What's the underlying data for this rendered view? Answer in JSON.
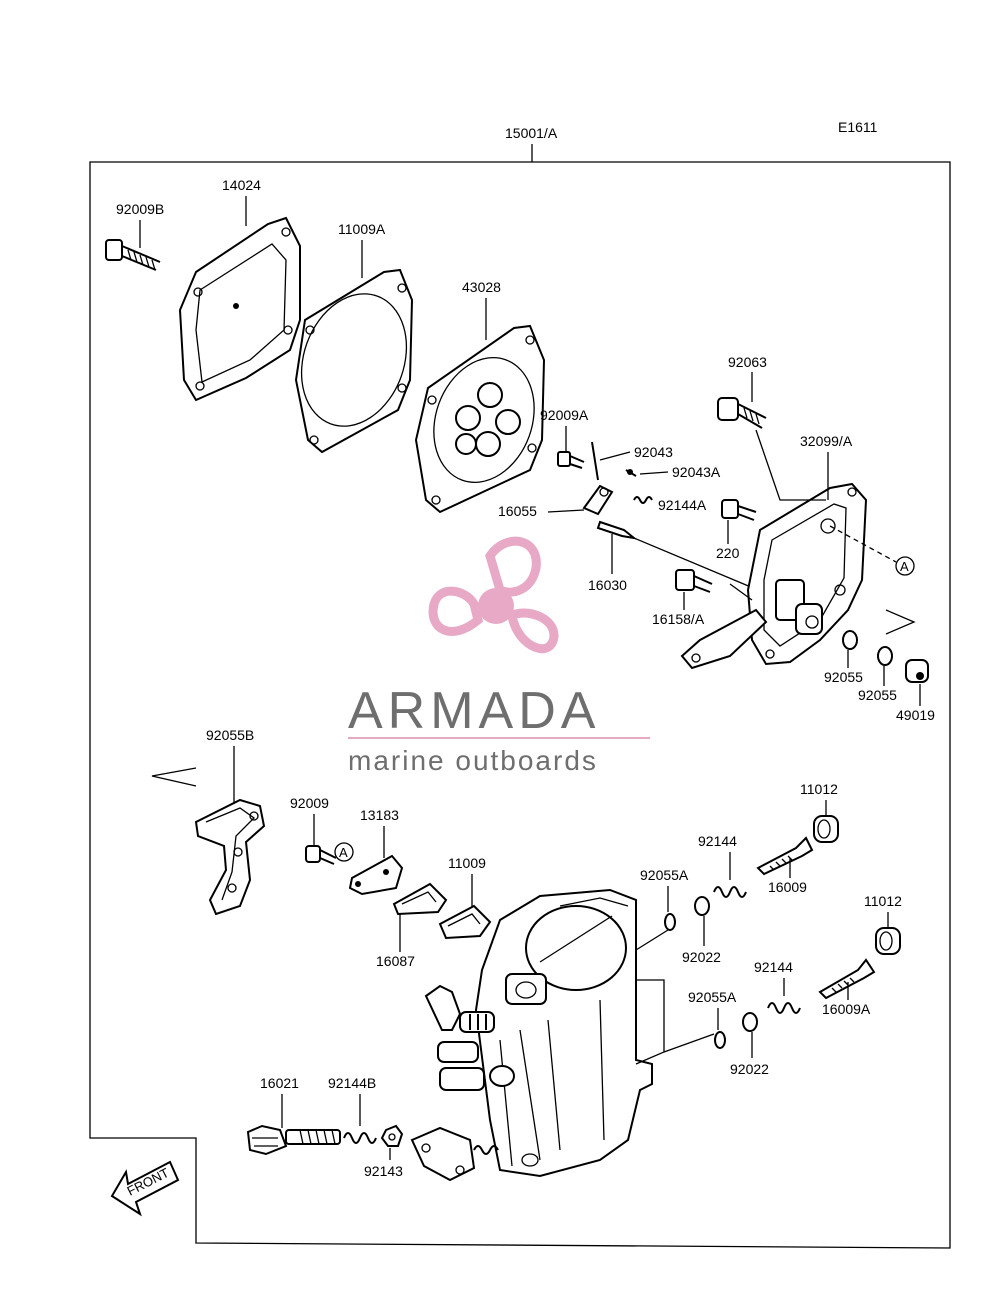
{
  "diagram_code": "E1611",
  "assembly_label": "15001/A",
  "callouts": {
    "p14024": "14024",
    "p92009B": "92009B",
    "p11009A": "11009A",
    "p43028": "43028",
    "p92063": "92063",
    "p32099A": "32099/A",
    "p92009A": "92009A",
    "p92043": "92043",
    "p92043A": "92043A",
    "p92144A": "92144A",
    "p16055": "16055",
    "p220": "220",
    "p16030": "16030",
    "p16158A": "16158/A",
    "p92055_1": "92055",
    "p92055_2": "92055",
    "p49019": "49019",
    "p92055B": "92055B",
    "p92009": "92009",
    "p13183": "13183",
    "p11009": "11009",
    "p16087": "16087",
    "p11012_1": "11012",
    "p92144_1": "92144",
    "p16009": "16009",
    "p92055A_1": "92055A",
    "p92022_1": "92022",
    "p11012_2": "11012",
    "p92144_2": "92144",
    "p16009A": "16009A",
    "p92055A_2": "92055A",
    "p92022_2": "92022",
    "p16021": "16021",
    "p92144B": "92144B",
    "p92143": "92143"
  },
  "ref_marks": {
    "a1": "A",
    "a2": "A"
  },
  "front_label": "FRONT",
  "watermark": {
    "brand": "ARMADA",
    "tagline": "marine outboards",
    "colors": {
      "logo": "#e8a9c6",
      "text": "#6e6e6e"
    }
  }
}
